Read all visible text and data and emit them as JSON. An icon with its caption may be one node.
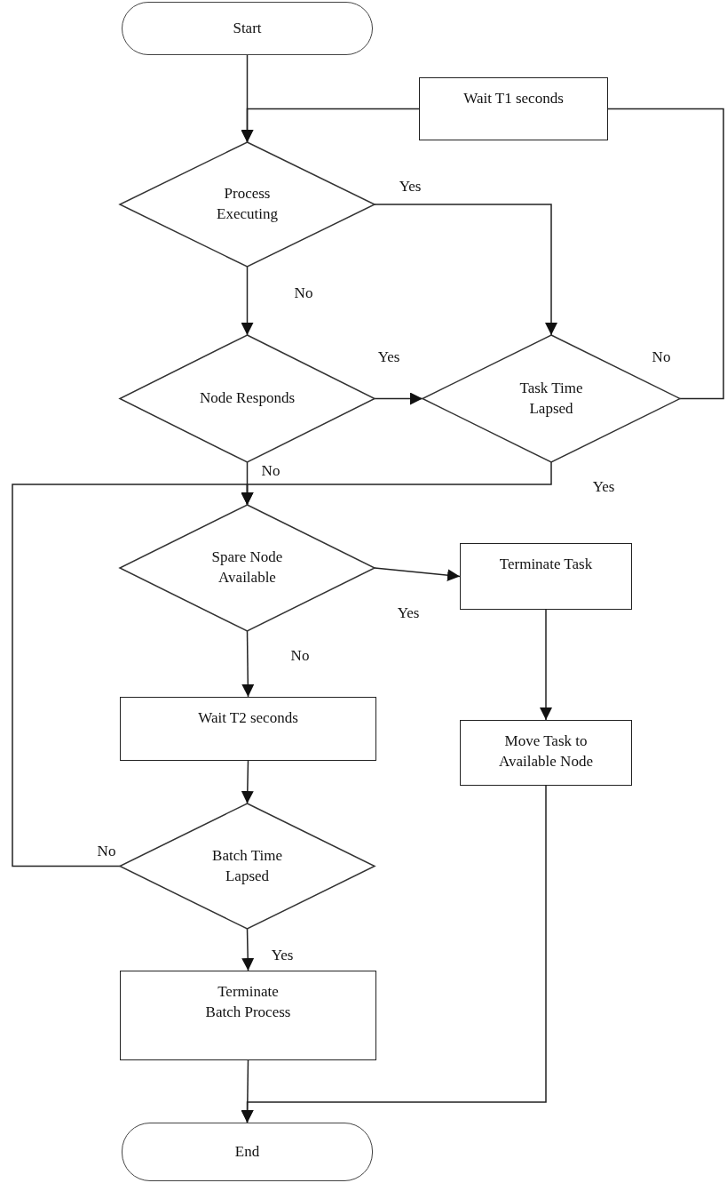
{
  "diagram": {
    "nodes": [
      {
        "text": [
          "Start"
        ]
      },
      {
        "text": [
          "Wait T1 seconds"
        ]
      },
      {
        "text": [
          "Process Executing"
        ]
      },
      {
        "text": [
          "Node Responds"
        ]
      },
      {
        "text": [
          "Task Time Lapsed"
        ]
      },
      {
        "text": [
          "Spare Node Available"
        ]
      },
      {
        "text": [
          "Terminate Task"
        ]
      },
      {
        "text": [
          "Wait T2 seconds"
        ]
      },
      {
        "text": [
          "Move Task to Available Node"
        ]
      },
      {
        "text": [
          "Batch Time Lapsed"
        ]
      },
      {
        "text": [
          "Terminate Batch Process"
        ]
      },
      {
        "text": [
          "End"
        ]
      }
    ],
    "edges": [
      {
        "from": 0,
        "to": 2,
        "arrow": "to"
      },
      {
        "from": 1,
        "to": 2,
        "arrow": "to"
      },
      {
        "from": 2,
        "to": 4,
        "arrow": "to",
        "label": "Yes"
      },
      {
        "from": 2,
        "to": 3,
        "arrow": "to",
        "label": "No"
      },
      {
        "from": 3,
        "to": 4,
        "arrow": "to",
        "label": "Yes"
      },
      {
        "from": 3,
        "to": 5,
        "arrow": "to",
        "label": "No"
      },
      {
        "from": 4,
        "to": 5,
        "arrow": "to",
        "label": "Yes"
      },
      {
        "from": 4,
        "to": 1,
        "arrow": "none",
        "label": "No"
      },
      {
        "from": 5,
        "to": 6,
        "arrow": "to",
        "label": "Yes"
      },
      {
        "from": 5,
        "to": 7,
        "arrow": "to",
        "label": "No"
      },
      {
        "from": 7,
        "to": 9,
        "arrow": "to"
      },
      {
        "from": 9,
        "to": 5,
        "arrow": "to",
        "label": "No"
      },
      {
        "from": 9,
        "to": 10,
        "arrow": "to",
        "label": "Yes"
      },
      {
        "from": 6,
        "to": 8,
        "arrow": "to"
      },
      {
        "from": 10,
        "to": 11,
        "arrow": "to"
      },
      {
        "from": 8,
        "to": 11,
        "arrow": "to"
      }
    ]
  }
}
